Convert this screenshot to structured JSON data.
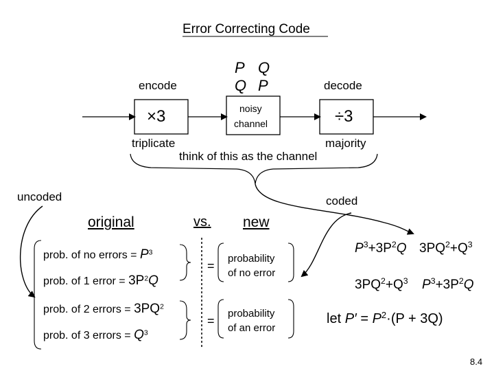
{
  "title": "Error Correcting Code",
  "matrix": {
    "r1c1": "P",
    "r1c2": "Q",
    "r2c1": "Q",
    "r2c2": "P"
  },
  "encode_label": "encode",
  "decode_label": "decode",
  "encoder_symbol": "×3",
  "channel_line1": "noisy",
  "channel_line2": "channel",
  "decoder_symbol": "÷3",
  "triplicate_label": "triplicate",
  "majority_label": "majority",
  "channel_note": "think of this as the channel",
  "uncoded_label": "uncoded",
  "coded_label": "coded",
  "original_heading": "original",
  "vs_label": "vs.",
  "new_heading": "new",
  "probs": {
    "p0_text": "prob. of no errors = ",
    "p0_math": "P",
    "p0_exp": "3",
    "p1_text": "prob. of 1 error = ",
    "p1_math_a": "3P",
    "p1_exp": "2",
    "p1_math_b": "Q",
    "p2_text": "prob. of 2 errors = ",
    "p2_math_a": "3PQ",
    "p2_exp": "2",
    "p3_text": "prob. of 3 errors = ",
    "p3_math": "Q",
    "p3_exp": "3"
  },
  "equals_sign": "=",
  "new_prob_noerr_1": "probability",
  "new_prob_noerr_2": "of no error",
  "new_prob_err_1": "probability",
  "new_prob_err_2": "of an error",
  "matrix2": {
    "r1c1_a": "P",
    "r1c1_e1": "3",
    "r1c1_b": "+3P",
    "r1c1_e2": "2",
    "r1c1_c": "Q",
    "r1c2_a": "3PQ",
    "r1c2_e1": "2",
    "r1c2_b": "+Q",
    "r1c2_e2": "3",
    "r2c1_a": "3PQ",
    "r2c1_e1": "2",
    "r2c1_b": "+Q",
    "r2c1_e2": "3",
    "r2c2_a": "P",
    "r2c2_e1": "3",
    "r2c2_b": "+3P",
    "r2c2_e2": "2",
    "r2c2_c": "Q"
  },
  "formula": {
    "lead": "let ",
    "pprime": "P′",
    "eq": " = ",
    "p": "P",
    "exp": "2",
    "rest": "·(P + 3Q)"
  },
  "slide_number": "8.4"
}
